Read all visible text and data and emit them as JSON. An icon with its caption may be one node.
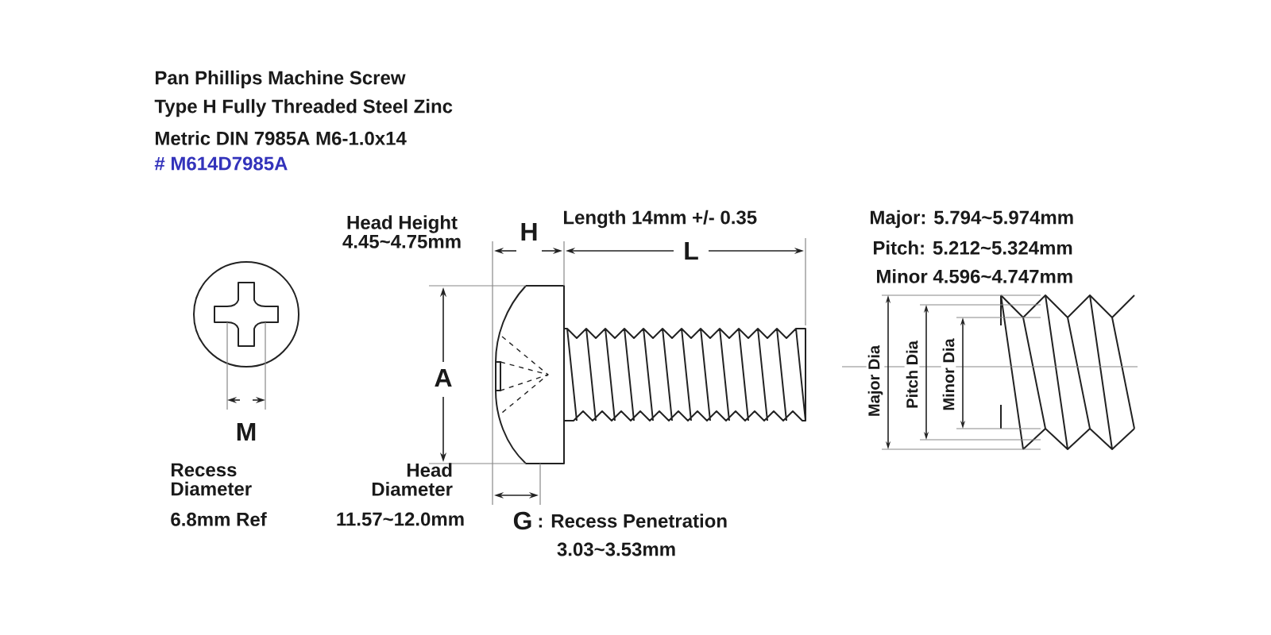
{
  "diagram": {
    "title": "Pan Phillips Machine Screw",
    "labels": [
      "Type H Fully Threaded Steel Zinc",
      "Metric DIN 7985A M6-1.0x14",
      "# M614D7985A",
      "Head Height 4.45~4.75mm",
      "H",
      "Length 14mm +/- 0.35",
      "L",
      "Major: 5.794~5.974mm",
      "Pitch: 5.212~5.324mm",
      "Minor 4.596~4.747mm",
      "A",
      "Major Dia",
      "Pitch Dia",
      "Minor Dia",
      "M",
      "Recess Diameter",
      "6.8mm Ref",
      "Head Diameter",
      "11.57~12.0mm",
      "G",
      ": Recess Penetration",
      "3.03~3.53mm"
    ]
  }
}
